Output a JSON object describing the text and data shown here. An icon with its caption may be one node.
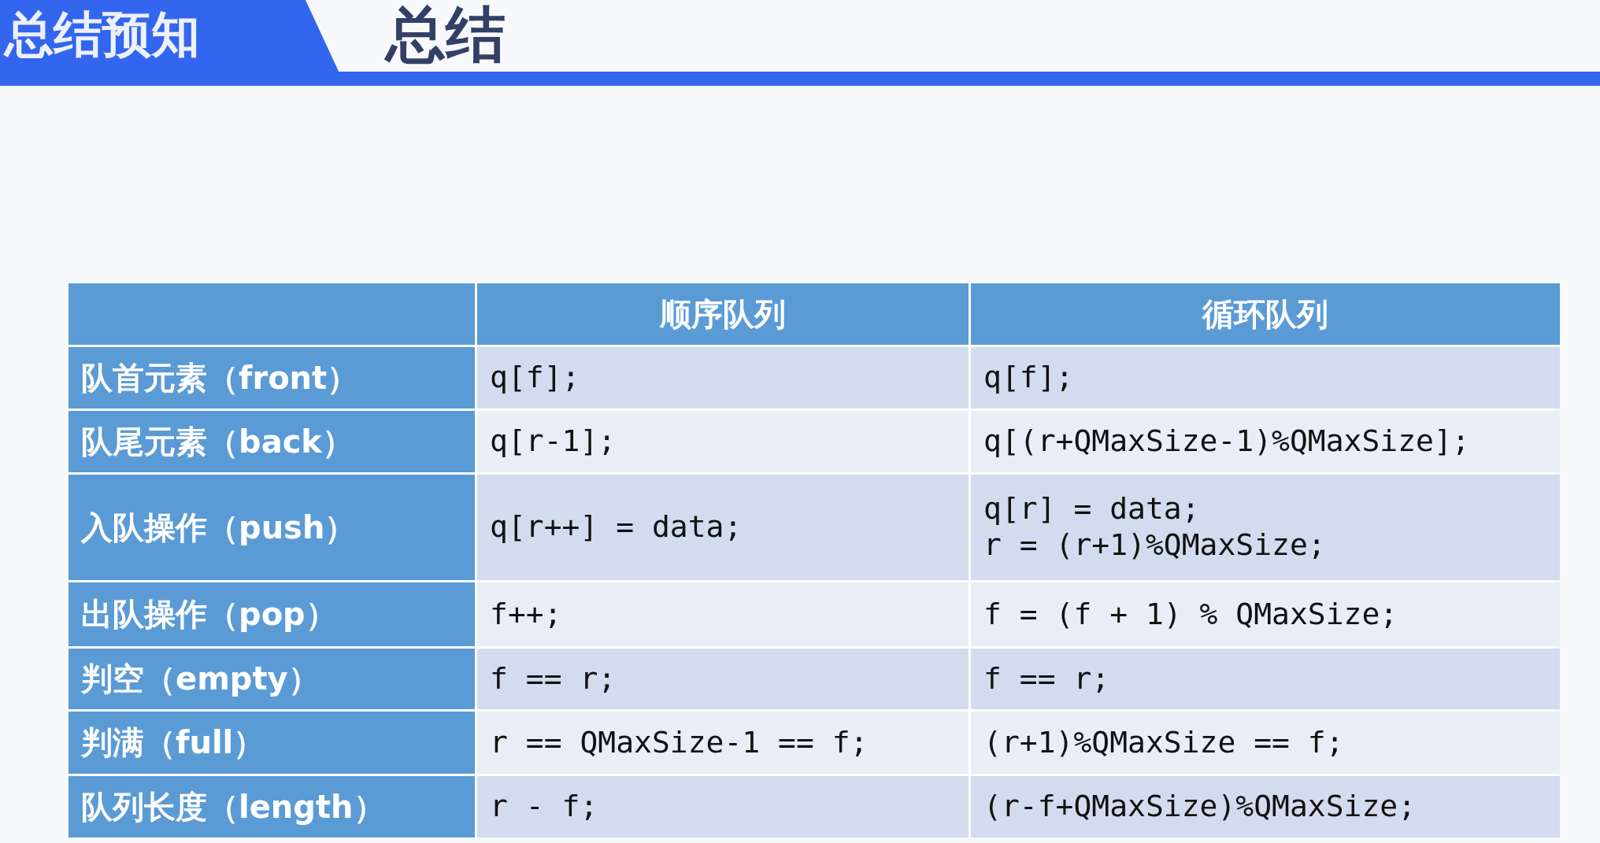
{
  "diagram": {
    "title": "总结",
    "labels": [
      "总结预知",
      "顺序队列",
      "循环队列",
      "队首元素（front）",
      "q[f];",
      "q[f];",
      "队尾元素（back）",
      "q[r-1];",
      "q[(r+QMaxSize-1)%QMaxSize];",
      "入队操作（push）",
      "q[r++] = data;",
      "q[r] = data;",
      "r = (r+1)%QMaxSize;",
      "出队操作（pop）",
      "f++;",
      "f = (f + 1) % QMaxSize;",
      "判空（empty）",
      "f == r;",
      "f == r;",
      "判满（full）",
      "r == QMaxSize-1 == f;",
      "(r+1)%QMaxSize == f;",
      "队列长度（length）",
      "r - f;",
      "(r-f+QMaxSize)%QMaxSize;"
    ]
  }
}
